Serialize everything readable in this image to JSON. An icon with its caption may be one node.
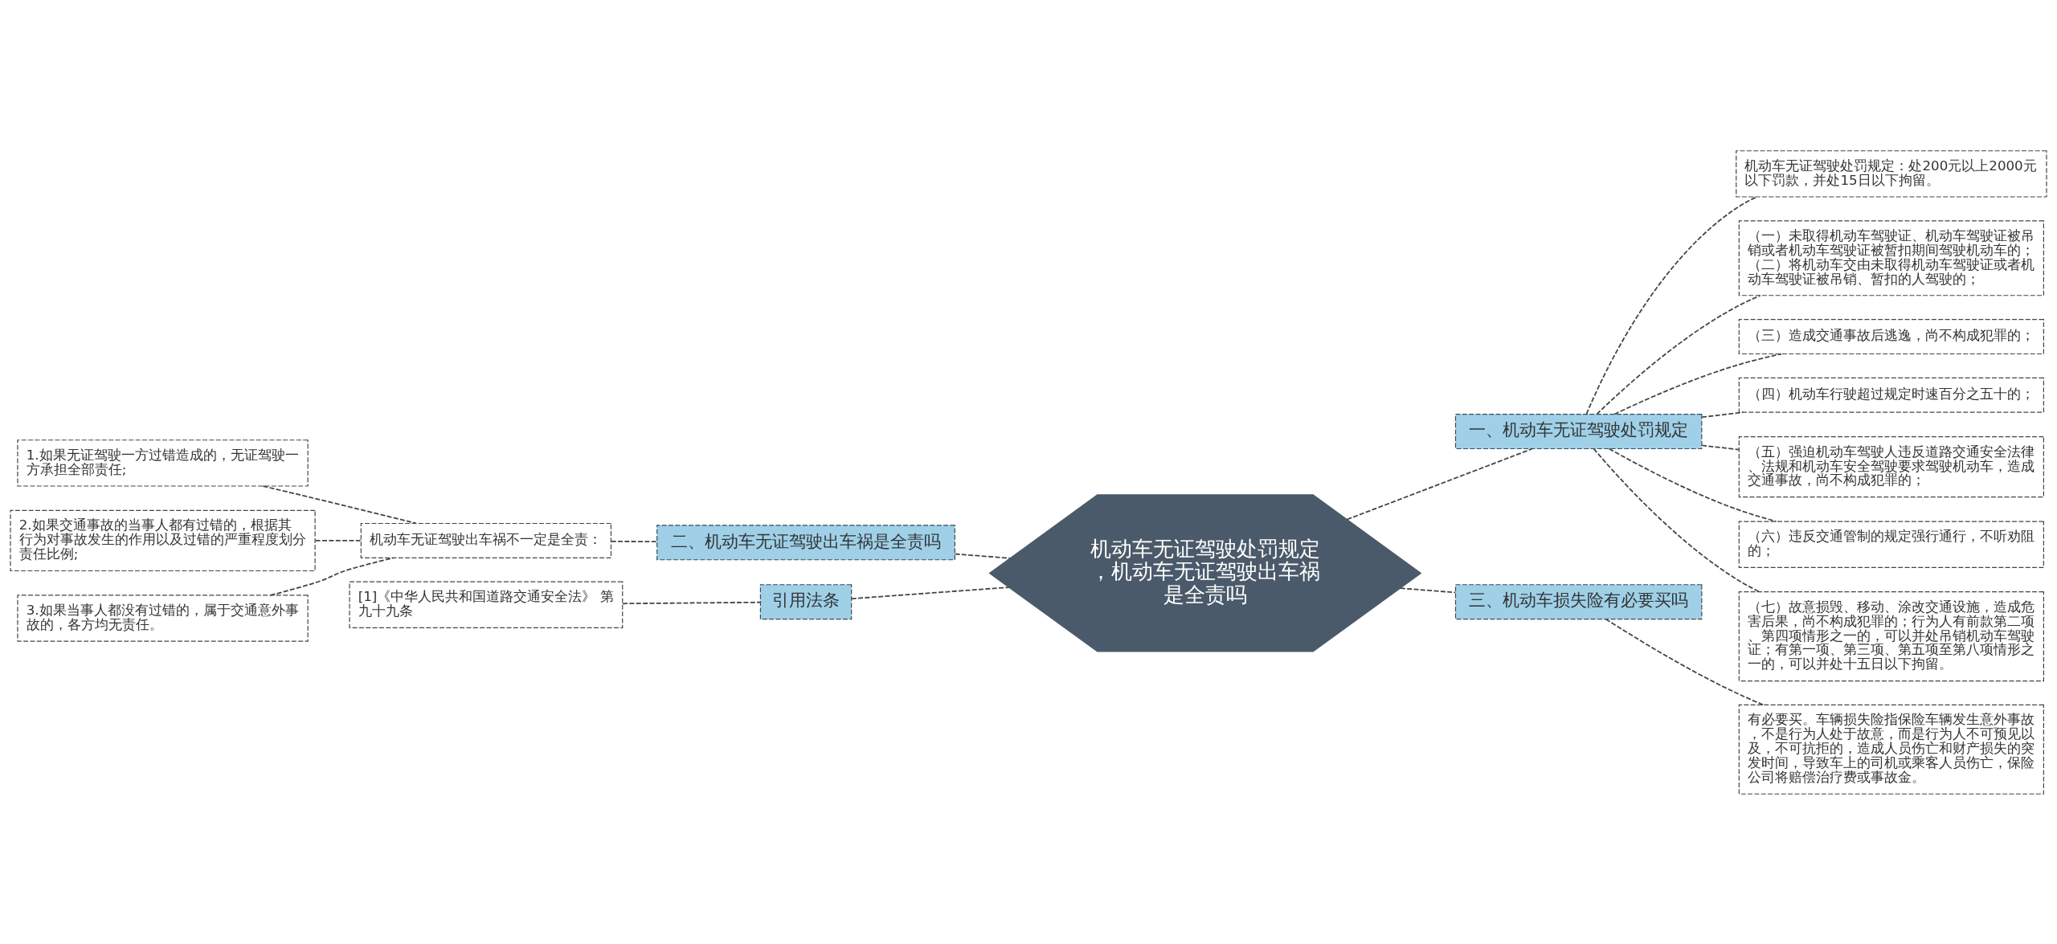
{
  "diagram": {
    "nodes": [
      {
        "text": [
          "机动车无证驾驶处罚规定，机动车无证驾驶出车祸是全责吗"
        ]
      },
      {
        "text": [
          "一、机动车无证驾驶处罚规定"
        ]
      },
      {
        "text": [
          "机动车无证驾驶处罚规定：处200元以上2000元以下罚款，并处15日以下拘留。"
        ]
      },
      {
        "text": [
          "（一）未取得机动车驾驶证、机动车驾驶证被吊销或者机动车驾驶证被暂扣期间驾驶机动车的；（二）将机动车交由未取得机动车驾驶证或者机动车驾驶证被吊销、暂扣的人驾驶的；"
        ]
      },
      {
        "text": [
          "（三）造成交通事故后逃逸，尚不构成犯罪的；"
        ]
      },
      {
        "text": [
          "（四）机动车行驶超过规定时速百分之五十的；"
        ]
      },
      {
        "text": [
          "（五）强迫机动车驾驶人违反道路交通安全法律、法规和机动车安全驾驶要求驾驶机动车，造成交通事故，尚不构成犯罪的；"
        ]
      },
      {
        "text": [
          "（六）违反交通管制的规定强行通行，不听劝阻的；"
        ]
      },
      {
        "text": [
          "（七）故意损毁、移动、涂改交通设施，造成危害后果，尚不构成犯罪的；行为人有前款第二项、第四项情形之一的，可以并处吊销机动车驾驶证；有第一项、第三项、第五项至第八项情形之一的，可以并处十五日以下拘留。"
        ]
      },
      {
        "text": [
          "三、机动车损失险有必要买吗"
        ]
      },
      {
        "text": [
          "有必要买。车辆损失险指保险车辆发生意外事故，不是行为人处于故意，而是行为人不可预见以及，不可抗拒的，造成人员伤亡和财产损失的突发时间，导致车上的司机或乘客人员伤亡，保险公司将赔偿治疗费或事故金。"
        ]
      },
      {
        "text": [
          "二、机动车无证驾驶出车祸是全责吗"
        ]
      },
      {
        "text": [
          "机动车无证驾驶出车祸不一定是全责："
        ]
      },
      {
        "text": [
          "1.如果无证驾驶一方过错造成的，无证驾驶一方承担全部责任;"
        ]
      },
      {
        "text": [
          "2.如果交通事故的当事人都有过错的，根据其行为对事故发生的作用以及过错的严重程度划分责任比例;"
        ]
      },
      {
        "text": [
          "3.如果当事人都没有过错的，属于交通意外事故的，各方均无责任。"
        ]
      },
      {
        "text": [
          "引用法条"
        ]
      },
      {
        "text": [
          "[1]《中华人民共和国道路交通安全法》 第九十九条"
        ]
      }
    ],
    "edges": [
      {
        "from": 0,
        "to": 1,
        "arrow": "none",
        "style": "dashed"
      },
      {
        "from": 1,
        "to": 2,
        "arrow": "none",
        "style": "dashed"
      },
      {
        "from": 1,
        "to": 3,
        "arrow": "none",
        "style": "dashed"
      },
      {
        "from": 1,
        "to": 4,
        "arrow": "none",
        "style": "dashed"
      },
      {
        "from": 1,
        "to": 5,
        "arrow": "none",
        "style": "dashed"
      },
      {
        "from": 1,
        "to": 6,
        "arrow": "none",
        "style": "dashed"
      },
      {
        "from": 1,
        "to": 7,
        "arrow": "none",
        "style": "dashed"
      },
      {
        "from": 1,
        "to": 8,
        "arrow": "none",
        "style": "dashed"
      },
      {
        "from": 0,
        "to": 9,
        "arrow": "none",
        "style": "dashed"
      },
      {
        "from": 9,
        "to": 10,
        "arrow": "none",
        "style": "dashed"
      },
      {
        "from": 11,
        "to": 0,
        "arrow": "none",
        "style": "dashed"
      },
      {
        "from": 12,
        "to": 11,
        "arrow": "none",
        "style": "dashed"
      },
      {
        "from": 13,
        "to": 12,
        "arrow": "none",
        "style": "dashed"
      },
      {
        "from": 14,
        "to": 12,
        "arrow": "none",
        "style": "dashed"
      },
      {
        "from": 15,
        "to": 12,
        "arrow": "none",
        "style": "dashed"
      },
      {
        "from": 16,
        "to": 0,
        "arrow": "none",
        "style": "dashed"
      },
      {
        "from": 17,
        "to": 16,
        "arrow": "none",
        "style": "dashed"
      }
    ]
  }
}
